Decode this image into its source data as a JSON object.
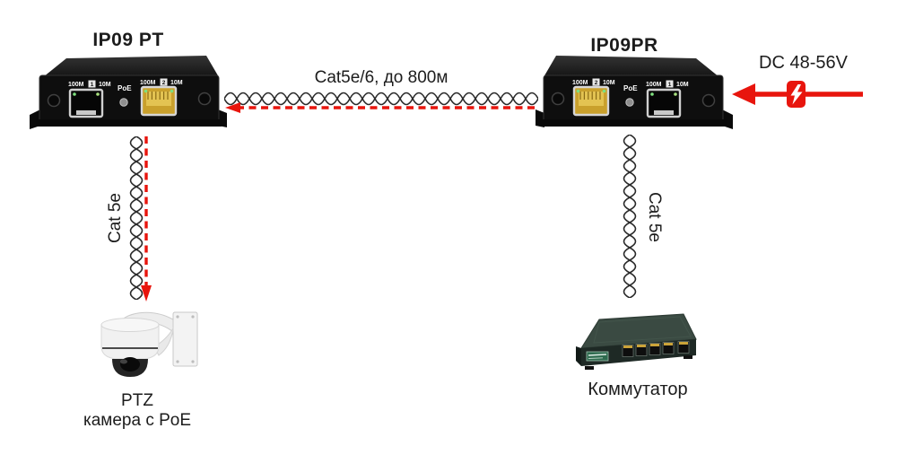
{
  "colors": {
    "accent_red": "#e8150d",
    "text": "#1c1c1c",
    "device_body": "#0e0e0e",
    "port_yellow": "#c9a02c",
    "led_green": "#7fe07f"
  },
  "left_device": {
    "title": "IP09 PT",
    "poe_label": "PoE",
    "ports": [
      {
        "left": "100M",
        "num": "1",
        "right": "10M",
        "type": "dark"
      },
      {
        "left": "100M",
        "num": "2",
        "right": "10M",
        "type": "yellow"
      }
    ]
  },
  "right_device": {
    "title": "IP09PR",
    "poe_label": "PoE",
    "ports": [
      {
        "left": "100M",
        "num": "2",
        "right": "10M",
        "type": "yellow"
      },
      {
        "left": "100M",
        "num": "1",
        "right": "10M",
        "type": "dark"
      }
    ]
  },
  "links": {
    "backbone_label": "Cat5e/6, до 800м",
    "camera_link_label": "Cat 5e",
    "switch_link_label": "Cat 5e"
  },
  "power": {
    "label": "DC 48-56V"
  },
  "camera": {
    "label_line1": "PTZ",
    "label_line2": "камера с PoE"
  },
  "switch_device": {
    "label": "Коммутатор"
  }
}
